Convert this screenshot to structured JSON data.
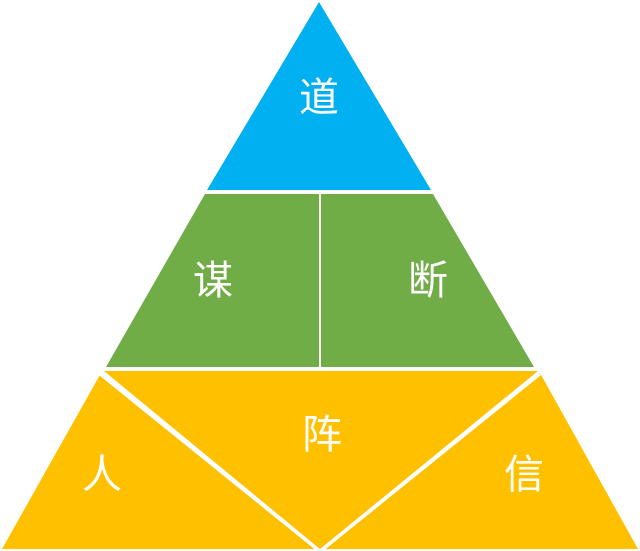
{
  "pyramid": {
    "top": {
      "label": "道",
      "color": "#00b0f0"
    },
    "middle_left": {
      "label": "谋",
      "color": "#70ad47"
    },
    "middle_right": {
      "label": "断",
      "color": "#70ad47"
    },
    "bottom_left": {
      "label": "人",
      "color": "#ffc000"
    },
    "bottom_center": {
      "label": "阵",
      "color": "#ffc000"
    },
    "bottom_right": {
      "label": "信",
      "color": "#ffc000"
    }
  }
}
